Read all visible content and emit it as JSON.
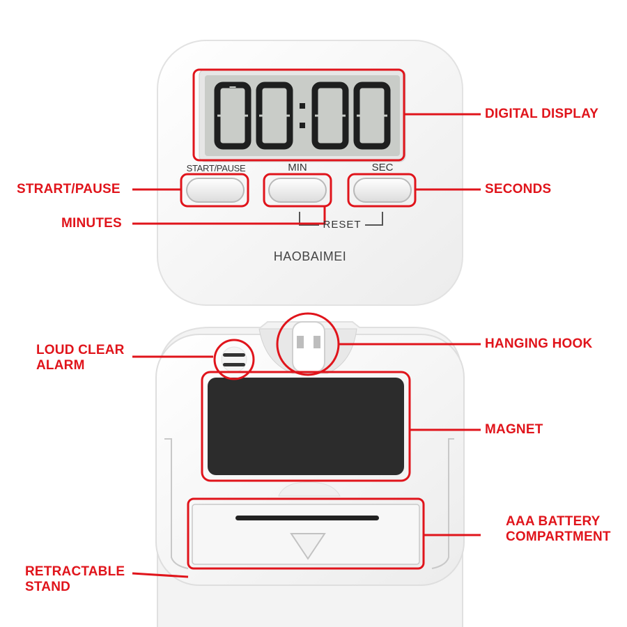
{
  "device_front": {
    "display_text": "00:00",
    "buttons": {
      "start_pause": "START/PAUSE",
      "min": "MIN",
      "sec": "SEC"
    },
    "reset_label": "RESET",
    "brand": "HAOBAIMEI"
  },
  "callouts": {
    "digital_display": "DIGITAL DISPLAY",
    "start_pause": "STRART/PAUSE",
    "seconds": "SECONDS",
    "minutes": "MINUTES",
    "loud_clear_alarm": "LOUD CLEAR\nALARM",
    "hanging_hook": "HANGING HOOK",
    "magnet": "MAGNET",
    "battery": "AAA BATTERY\nCOMPARTMENT",
    "stand": "RETRACTABLE\nSTAND"
  },
  "colors": {
    "callout_red": "#e0141b",
    "lcd_bg": "#c9ccc8",
    "digit": "#1e1f1f",
    "magnet": "#2c2c2c"
  }
}
